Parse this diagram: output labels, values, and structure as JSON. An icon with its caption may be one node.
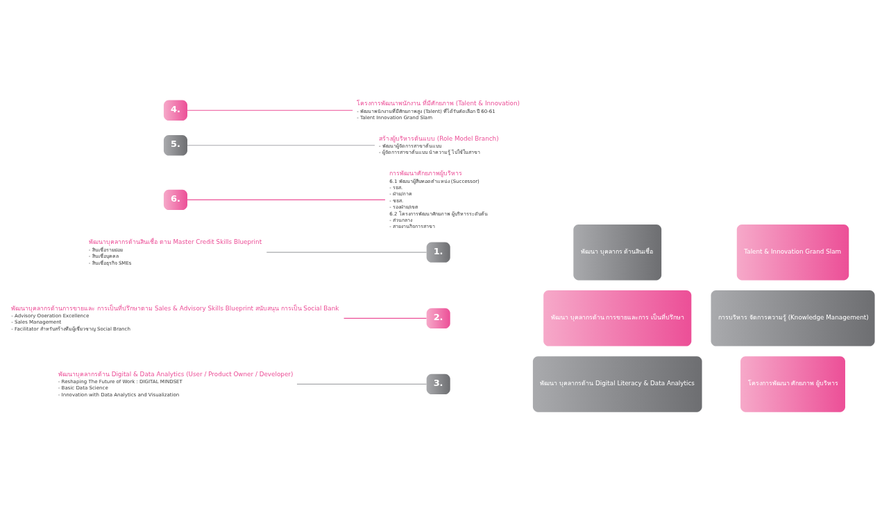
{
  "diagram": {
    "nodes": [
      {
        "text": [
          "พัฒนาบุคลากรด้านสินเชื่อ ตาม Master Credit Skills Blueprint",
          "- สินเชื่อรายย่อย",
          "- สินเชื่อบุคคล",
          "- สินเชื่อธุรกิจ SMEs"
        ]
      },
      {
        "text": [
          "1."
        ]
      },
      {
        "text": [
          "พัฒนา บุคลากร ด้านสินเชื่อ"
        ]
      },
      {
        "text": [
          "พัฒนาบุคลากรด้านการขายและ การเป็นที่ปรึกษาตาม Sales & Advisory Skills Blueprint สนับสนุน การเป็น Social Bank",
          "- Advisory Ooeration Excellence",
          "- Sales Management",
          "- Facilitator สำหรับสร้างทีมผู้เชี่ยวชาญ Social Branch"
        ]
      },
      {
        "text": [
          "2."
        ]
      },
      {
        "text": [
          "พัฒนา บุคลากรด้าน การขายและการ เป็นที่ปรึกษา"
        ]
      },
      {
        "text": [
          "พัฒนาบุคลากรด้าน Digital & Data Analytics (User / Product Owner / Developer)",
          "- Reshaping The Future of Work : DIGITAL MINDSET",
          "- Basic Data Science",
          "- Innovation with Data Analytics and Visualization"
        ]
      },
      {
        "text": [
          "3."
        ]
      },
      {
        "text": [
          "พัฒนา บุคลากรด้าน Digital Literacy & Data Analytics"
        ]
      },
      {
        "text": [
          "Talent & Innovation Grand Slam"
        ]
      },
      {
        "text": [
          "4."
        ]
      },
      {
        "text": [
          "โครงการพัฒนาพนักงาน ที่มีศักยภาพ (Talent & Innovation)",
          "- พัฒนาพนักงานที่มีศักยภาพสูง (Talent) ที่ได้รับคัดเลือก ปี 60-61",
          "- Talent Innovation Grand Slam"
        ]
      },
      {
        "text": [
          "การบริหาร จัดการความรู้ (Knowledge Management)"
        ]
      },
      {
        "text": [
          "5."
        ]
      },
      {
        "text": [
          "สร้างผู้บริหารต้นแบบ (Role Model Branch)",
          "- พัฒนาผู้จัดการสาขาต้นแบบ",
          "- ผู้จัดการสาขาต้นแบบ นำความรู้ ไปใช้ในสาขา"
        ]
      },
      {
        "text": [
          "โครงการพัฒนา ศักยภาพ ผู้บริหาร"
        ]
      },
      {
        "text": [
          "6."
        ]
      },
      {
        "text": [
          "การพัฒนาศักยภาพผู้บริหาร",
          "6.1 พัฒนาผู้สืบทอดตำแหน่ง (Successor)",
          "- รธส.",
          "- ฝ่าย/ภาค",
          "- ชธส.",
          "- รองฝ่าย/เขต",
          "6.2 โครงการพัฒนาศักยภาพ ผู้บริหารระดับต้น",
          "- ส่วนกลาง",
          "- สายงานกิจการสาขา"
        ]
      }
    ],
    "edges": [
      {
        "from": 0,
        "to": 1,
        "arrow": "none"
      },
      {
        "from": 3,
        "to": 4,
        "arrow": "none",
        "color": "#ec4f97"
      },
      {
        "from": 6,
        "to": 7,
        "arrow": "none"
      },
      {
        "from": 10,
        "to": 11,
        "arrow": "none",
        "color": "#ec4f97"
      },
      {
        "from": 13,
        "to": 14,
        "arrow": "none"
      },
      {
        "from": 16,
        "to": 17,
        "arrow": "none",
        "color": "#ec4f97"
      }
    ]
  }
}
